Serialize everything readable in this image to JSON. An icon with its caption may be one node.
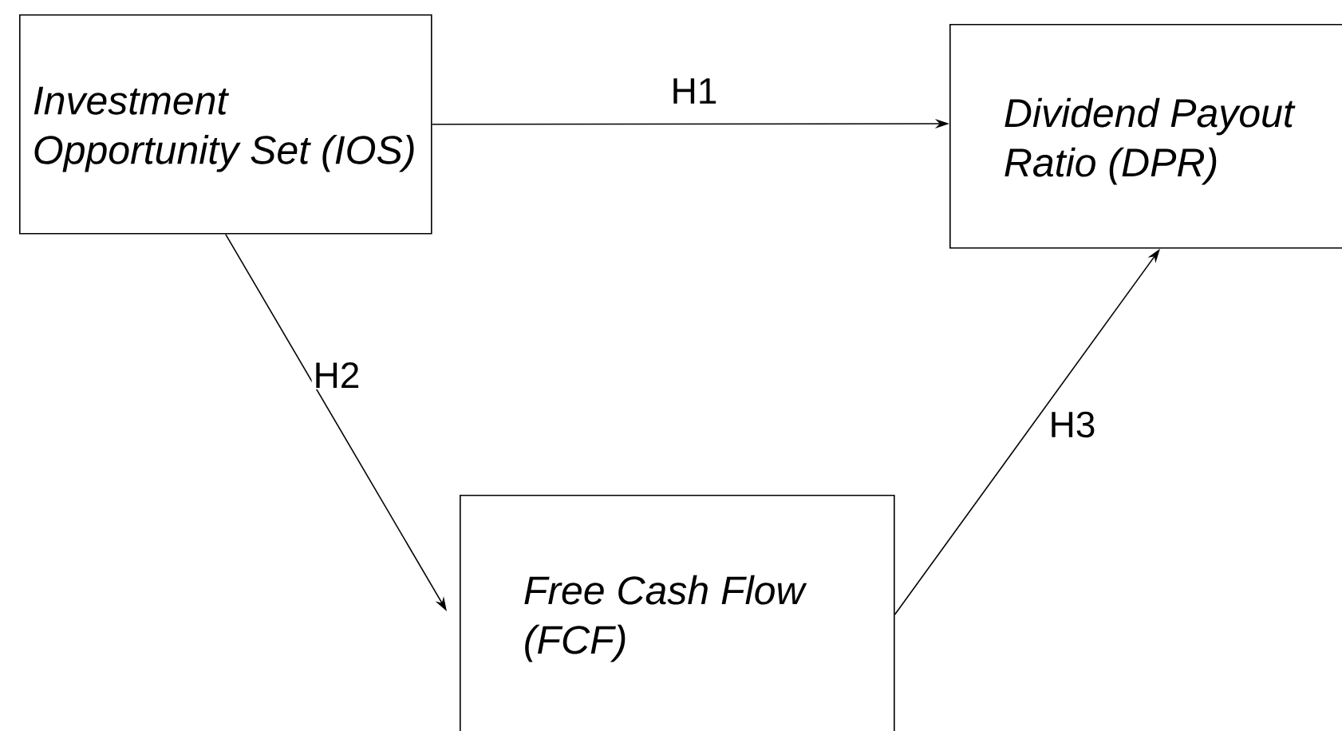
{
  "diagram": {
    "nodes": [
      {
        "text": [
          "Investment Opportunity Set (IOS)"
        ]
      },
      {
        "text": [
          "Dividend Payout Ratio (DPR)"
        ]
      },
      {
        "text": [
          "Free Cash Flow (FCF)"
        ]
      }
    ],
    "edges": [
      {
        "from": 0,
        "to": 1,
        "arrow": "to",
        "label": "H1"
      },
      {
        "from": 0,
        "to": 2,
        "arrow": "to",
        "label": "H2"
      },
      {
        "from": 2,
        "to": 1,
        "arrow": "to",
        "label": "H3"
      }
    ]
  }
}
